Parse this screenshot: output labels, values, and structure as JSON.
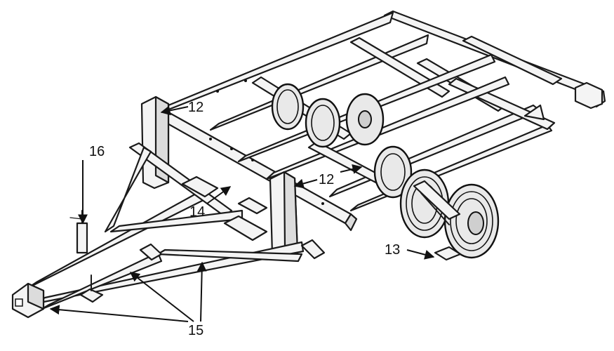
{
  "labels": {
    "l12a": "12",
    "l12b": "12",
    "l13": "13",
    "l14": "14",
    "l15": "15",
    "l16": "16"
  },
  "colors": {
    "ink": "#1a1a1a",
    "paper": "#ffffff",
    "steel": "#f4f4f4",
    "shadow": "#dcdcdc"
  }
}
